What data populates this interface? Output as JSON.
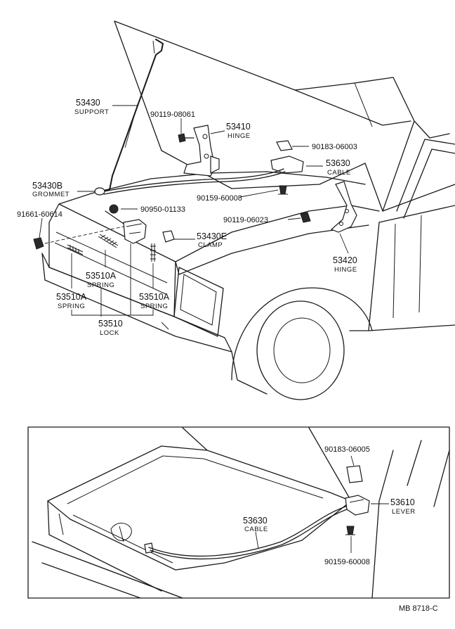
{
  "top_diagram": {
    "support": {
      "number": "53430",
      "desc": "SUPPORT"
    },
    "bolt_top": {
      "number": "90119-08061"
    },
    "hinge_left": {
      "number": "53410",
      "desc": "HINGE"
    },
    "clip_top": {
      "number": "90183-06003"
    },
    "cable": {
      "number": "53630",
      "desc": "CABLE"
    },
    "grommet": {
      "number": "53430B",
      "desc": "GROMMET"
    },
    "clip_mid": {
      "number": "90159-60008"
    },
    "plug": {
      "number": "90950-01133"
    },
    "bolt_left": {
      "number": "91661-60614"
    },
    "bolt_right": {
      "number": "90119-06023"
    },
    "clamp": {
      "number": "53430E",
      "desc": "CLAMP"
    },
    "hinge_right": {
      "number": "53420",
      "desc": "HINGE"
    },
    "spring_upper": {
      "number": "53510A",
      "desc": "SPRING"
    },
    "spring_left": {
      "number": "53510A",
      "desc": "SPRING"
    },
    "spring_right": {
      "number": "53510A",
      "desc": "SPRING"
    },
    "lock": {
      "number": "53510",
      "desc": "LOCK"
    }
  },
  "inset_diagram": {
    "clip": {
      "number": "90183-06005"
    },
    "lever": {
      "number": "53610",
      "desc": "LEVER"
    },
    "cable": {
      "number": "53630",
      "desc": "CABLE"
    },
    "clip_bottom": {
      "number": "90159-60008"
    }
  },
  "figure_code": "MB 8718-C"
}
